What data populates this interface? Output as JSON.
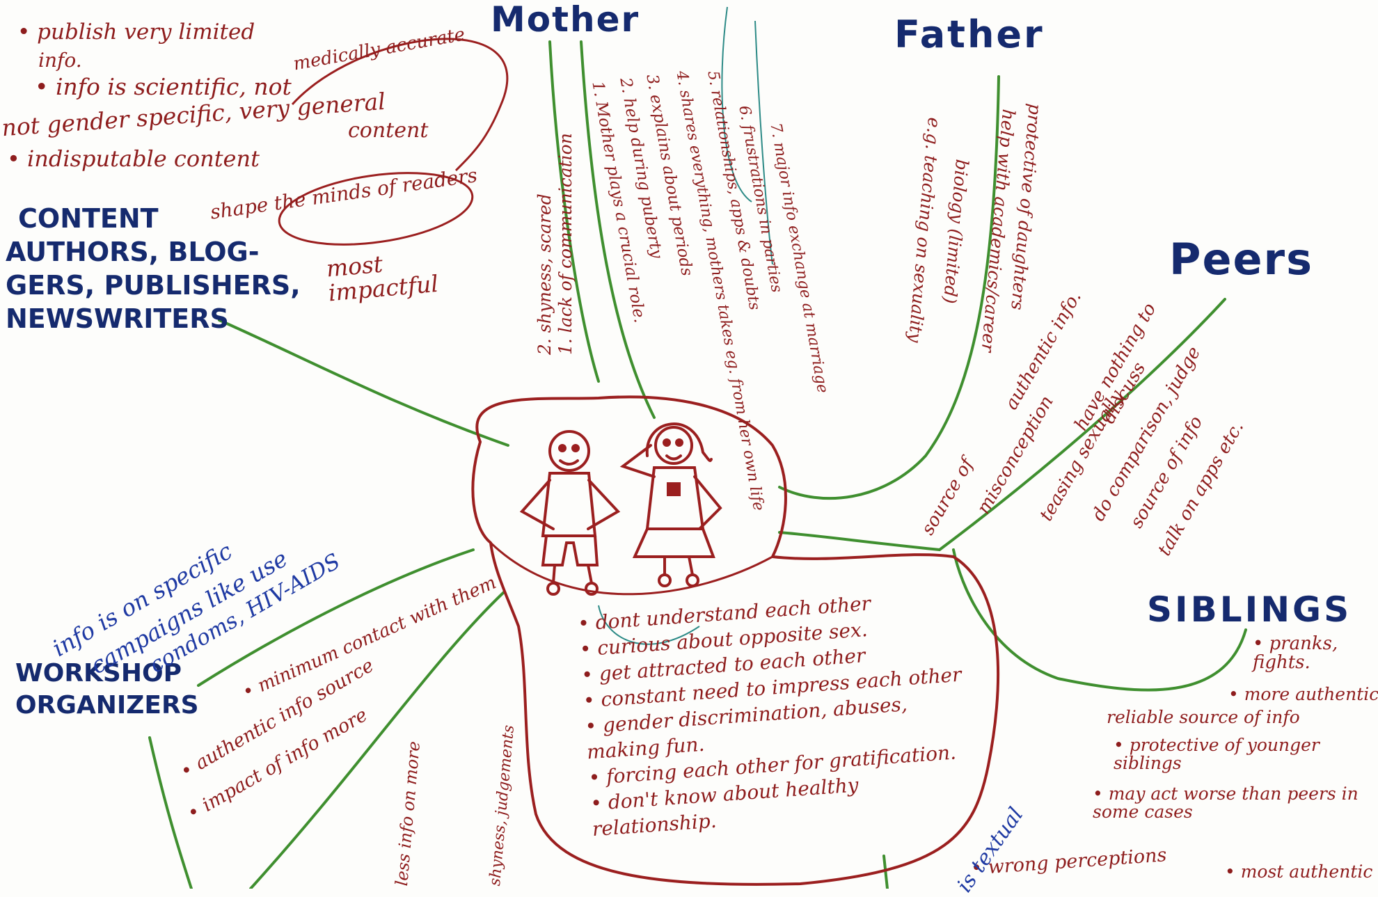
{
  "colors": {
    "red_ink": "#8e1d1d",
    "navy_ink": "#152a6e",
    "blue_ink": "#1f3aa3",
    "green_branch": "#3f8f2f",
    "teal_ink": "#2c8a86"
  },
  "branches": {
    "mother": "Mother",
    "father": "Father",
    "peers": "Peers",
    "siblings": "SIBLINGS",
    "content": [
      "CONTENT",
      "AUTHORS, BLOG-",
      "GERS, PUBLISHERS,",
      "NEWSWRITERS"
    ],
    "workshop": [
      "WORKSHOP",
      "ORGANIZERS"
    ]
  },
  "content_notes": {
    "line1": "publish very limited",
    "line1b": "info.",
    "line2": "info is scientific, not",
    "line2_over": "medically accurate",
    "line3": "not gender specific, very general",
    "line3b": "content",
    "line4": "indisputable content",
    "line5": "shape the minds of readers",
    "line6": "most impactful"
  },
  "mother_notes": [
    "1. lack of communication",
    "2. shyness, scared",
    "1. Mother plays a crucial role.",
    "2. help during puberty",
    "3. explains about periods",
    "4. shares everything, mothers takes eg. from her own life",
    "5. relationships, apps & doubts",
    "6. frustrations in parties",
    "7. major info exchange at marriage"
  ],
  "father_notes": [
    "protective of daughters",
    "help with academics/career",
    "biology (limited)",
    "e.g. teaching on sexuality"
  ],
  "peer_notes": [
    "source of",
    "authentic info.",
    "misconception",
    "teasing sexually",
    "have nothing to",
    "discuss",
    "do comparison, judge",
    "source of info",
    "talk on apps etc."
  ],
  "sibling_notes": [
    "pranks, fights.",
    "more authentic",
    "reliable source of info",
    "protective of younger siblings",
    "may act worse than peers in some cases",
    "most authentic"
  ],
  "center_notes": [
    "dont understand each other",
    "curious about opposite sex.",
    "get attracted to each other",
    "constant need to impress each other",
    "gender discrimination, abuses, making fun.",
    "forcing each other for gratification.",
    "don't know about healthy relationship."
  ],
  "workshop_notes": [
    "minimum contact with them",
    "authentic info source",
    "impact of info more"
  ],
  "campaign_note": [
    "info is on specific",
    "campaigns like use",
    "condoms, HIV-AIDS"
  ],
  "bottom_notes": {
    "wrong": "wrong perceptions",
    "textual": "is textual",
    "left_vertical": "less info on more",
    "left_vertical2": "shyness, judgements"
  }
}
